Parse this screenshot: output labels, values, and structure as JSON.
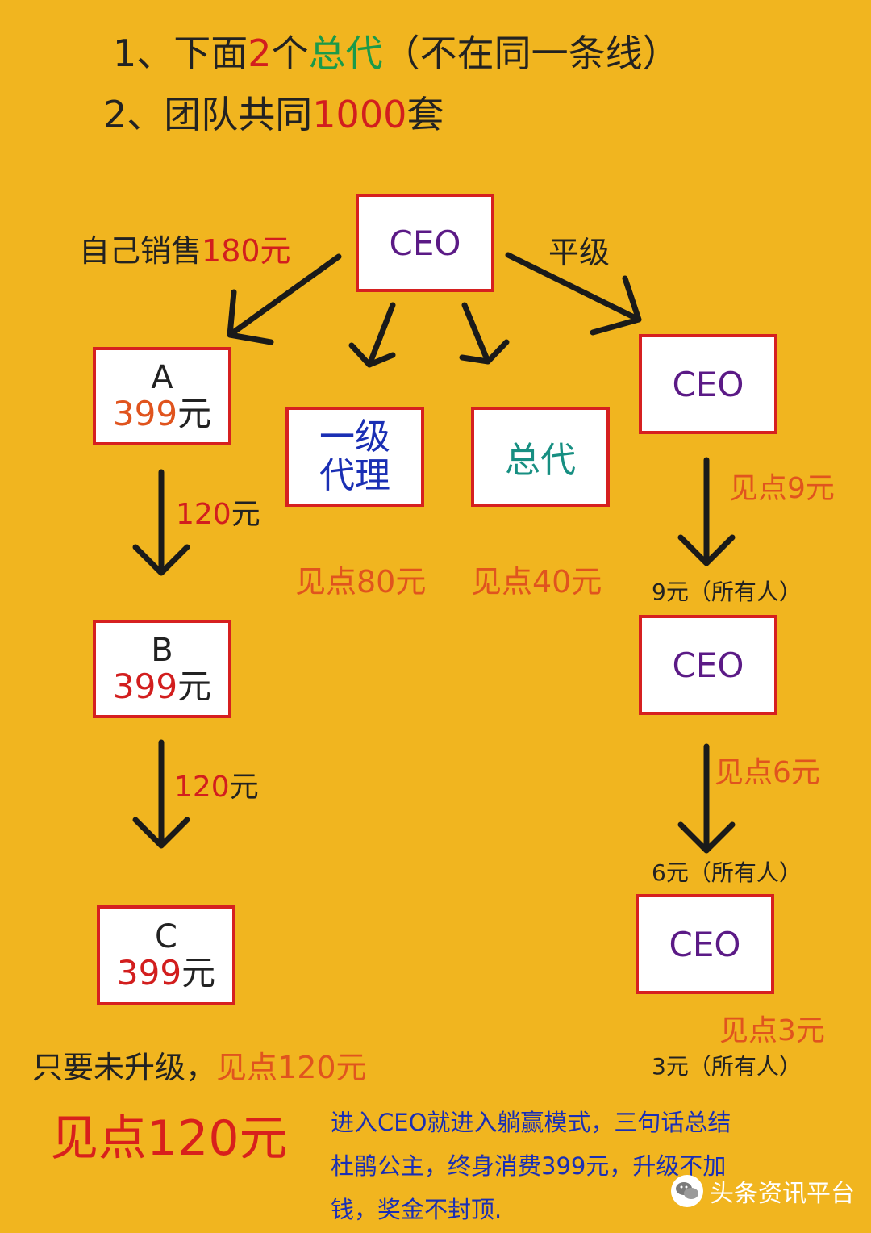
{
  "header": {
    "line1": {
      "prefix": "1、下面",
      "num": "2",
      "mid": "个",
      "highlight": "总代",
      "suffix": "（不在同一条线）"
    },
    "line2": {
      "prefix": "2、团队共同",
      "num": "1000",
      "suffix": "套"
    }
  },
  "top_ceo": {
    "label": "CEO"
  },
  "left_label": {
    "text": "自己销售",
    "amount": "180元"
  },
  "right_label": {
    "text": "平级"
  },
  "left_chain": [
    {
      "name": "A",
      "price_num": "399",
      "price_unit": "元"
    },
    {
      "name": "B",
      "price_num": "399",
      "price_unit": "元"
    },
    {
      "name": "C",
      "price_num": "399",
      "price_unit": "元"
    }
  ],
  "left_arrows": [
    {
      "num": "120",
      "unit": "元"
    },
    {
      "num": "120",
      "unit": "元"
    }
  ],
  "agent_box": {
    "line1": "一级",
    "line2": "代理",
    "point": "见点80元"
  },
  "general_box": {
    "label": "总代",
    "point": "见点40元"
  },
  "right_chain": [
    {
      "label": "CEO",
      "point": "见点9元",
      "all": "9元（所有人）"
    },
    {
      "label": "CEO",
      "point": "见点6元",
      "all": "6元（所有人）"
    },
    {
      "label": "CEO",
      "point": "见点3元",
      "all": "3元（所有人）"
    }
  ],
  "bottom_left": {
    "prefix": "只要未升级，",
    "point": "见点120元"
  },
  "big_point": "见点120元",
  "summary": {
    "line1": "进入CEO就进入躺赢模式，三句话总结",
    "line2": "杜鹃公主，终身消费399元，升级不加",
    "line3": "钱，奖金不封顶."
  },
  "watermark": {
    "text": "头条资讯平台",
    "icon": "wechat-icon"
  }
}
